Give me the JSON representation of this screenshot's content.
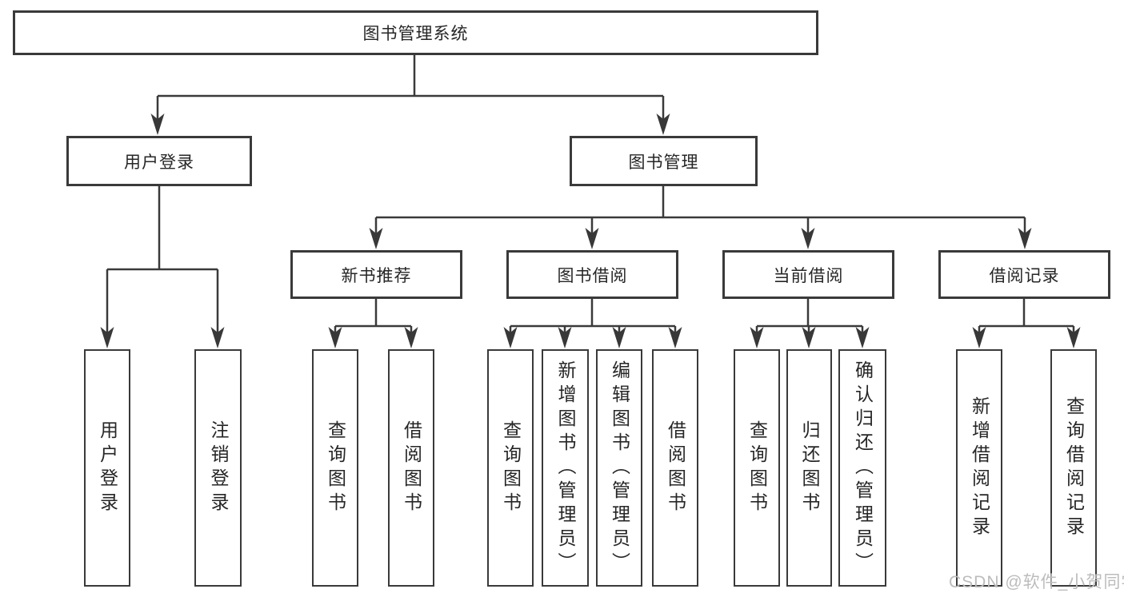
{
  "tree": {
    "root": {
      "label": "图书管理系统"
    },
    "branches": [
      {
        "label": "用户登录",
        "children": [
          {
            "label": "用户登录"
          },
          {
            "label": "注销登录"
          }
        ]
      },
      {
        "label": "图书管理",
        "children": [
          {
            "label": "新书推荐",
            "children": [
              {
                "label": "查询图书"
              },
              {
                "label": "借阅图书"
              }
            ]
          },
          {
            "label": "图书借阅",
            "children": [
              {
                "label": "查询图书"
              },
              {
                "label": "新增图书（管理员）"
              },
              {
                "label": "编辑图书（管理员）"
              },
              {
                "label": "借阅图书"
              }
            ]
          },
          {
            "label": "当前借阅",
            "children": [
              {
                "label": "查询图书"
              },
              {
                "label": "归还图书"
              },
              {
                "label": "确认归还（管理员）"
              }
            ]
          },
          {
            "label": "借阅记录",
            "children": [
              {
                "label": "新增借阅记录"
              },
              {
                "label": "查询借阅记录"
              }
            ]
          }
        ]
      }
    ]
  },
  "watermark": {
    "text": "CSDN @软件_小贺同学"
  },
  "colors": {
    "line": "#3a3a3a",
    "arrow": "#383838",
    "text": "#262626",
    "watermark": "#bcbcbc",
    "background": "#ffffff"
  }
}
